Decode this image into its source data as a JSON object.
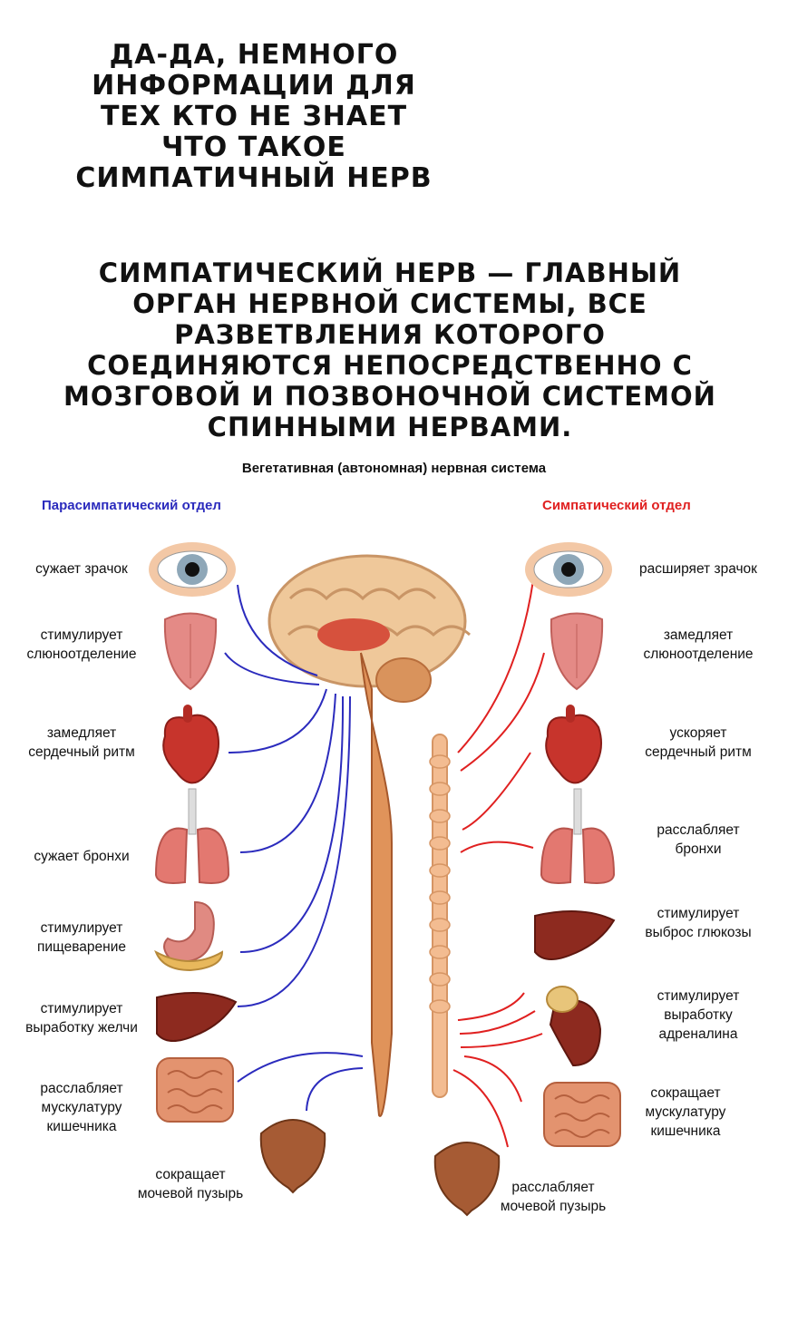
{
  "intro_text": "Да-да, немного информации для тех кто не знает что такое симпатичный нерв",
  "definition_text": "Симпатический нерв — главный орган нервной системы, все разветвления которого соединяются непосредственно с мозговой и позвоночной системой спинными нервами.",
  "diagram": {
    "title": "Вегетативная (автономная) нервная система",
    "parasympathetic": {
      "title": "Парасимпатический отдел",
      "color": "#2b2bbd",
      "labels": [
        "сужает зрачок",
        "стимулирует\nслюноотделение",
        "замедляет\nсердечный ритм",
        "сужает бронхи",
        "стимулирует\nпищеварение",
        "стимулирует\nвыработку желчи",
        "расслабляет\nмускулатуру\nкишечника",
        "сокращает\nмочевой пузырь"
      ]
    },
    "sympathetic": {
      "title": "Симпатический отдел",
      "color": "#e02020",
      "labels": [
        "расширяет зрачок",
        "замедляет\nслюноотделение",
        "ускоряет\nсердечный ритм",
        "расслабляет\nбронхи",
        "стимулирует\nвыброс глюкозы",
        "стимулирует\nвыработку\nадреналина",
        "сокращает\nмускулатуру\nкишечника",
        "расслабляет\nмочевой пузырь"
      ]
    }
  }
}
